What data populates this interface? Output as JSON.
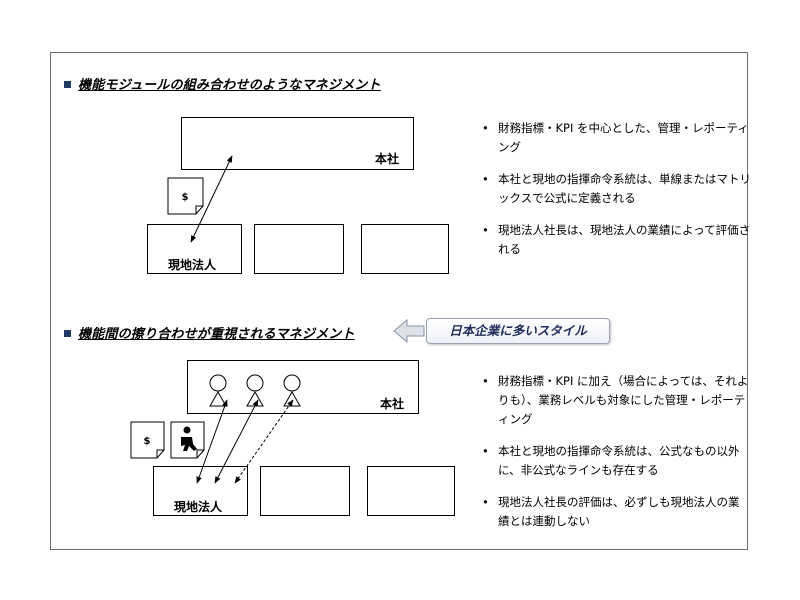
{
  "section1": {
    "title": "機能モジュールの組み合わせのようなマネジメント",
    "hq_label": "本社",
    "subsidiary_label": "現地法人",
    "bullets": [
      "財務指標・KPI を中心とした、管理・レポーティング",
      "本社と現地の指揮命令系統は、単線またはマトリックスで公式に定義される",
      "現地法人社長は、現地法人の業績によって評価される"
    ]
  },
  "section2": {
    "title": "機能間の擦り合わせが重視されるマネジメント",
    "callout": "日本企業に多いスタイル",
    "hq_label": "本社",
    "subsidiary_label": "現地法人",
    "bullets": [
      "財務指標・KPI に加え（場合によっては、それよりも）、業務レベルも対象にした管理・レポーティング",
      "本社と現地の指揮命令系統は、公式なもの以外に、非公式なラインも存在する",
      "現地法人社長の評価は、必ずしも現地法人の業績とは連動しない"
    ]
  },
  "colors": {
    "accent": "#1f3864",
    "callout_border": "#9aa3b0",
    "callout_text": "#1f2d5c"
  },
  "icons": [
    "dollar-document-icon",
    "person-document-icon",
    "person-icon",
    "left-arrow-icon"
  ]
}
